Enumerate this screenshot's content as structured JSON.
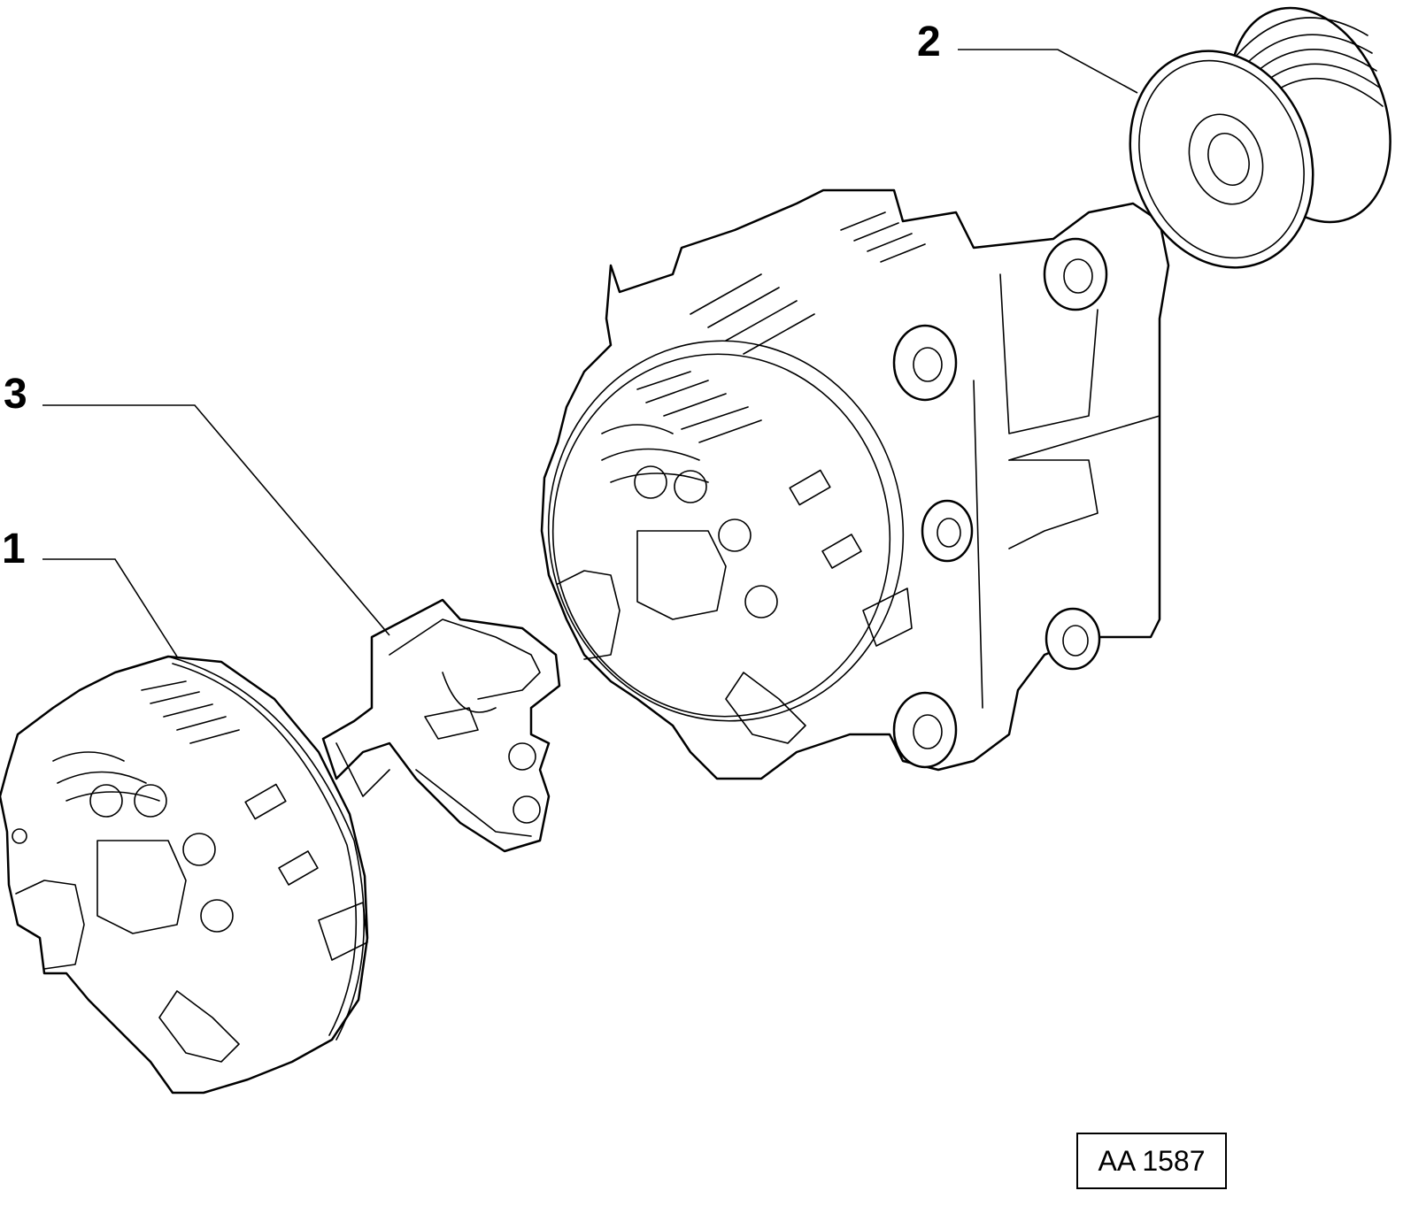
{
  "callouts": [
    {
      "id": "1",
      "label": "1"
    },
    {
      "id": "2",
      "label": "2"
    },
    {
      "id": "3",
      "label": "3"
    }
  ],
  "reference_code": "AA 1587",
  "parts": {
    "1": "rear-cover",
    "2": "pulley",
    "3": "voltage-regulator"
  },
  "colors": {
    "line": "#000000",
    "background": "#ffffff"
  }
}
